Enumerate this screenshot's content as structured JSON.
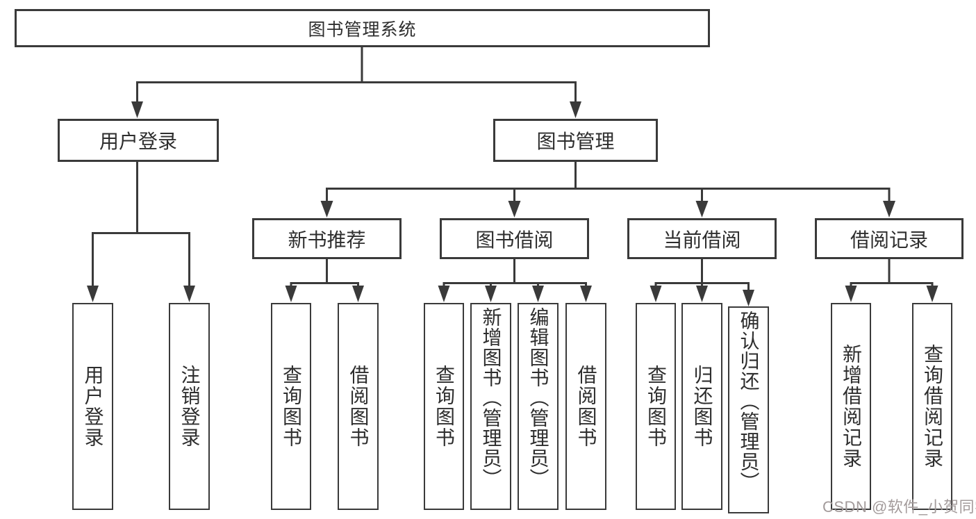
{
  "diagram": {
    "nodes": {
      "root": {
        "label": "图书管理系统"
      },
      "user_login": {
        "label": "用户登录"
      },
      "book_mgmt": {
        "label": "图书管理"
      },
      "new_book_rec": {
        "label": "新书推荐"
      },
      "book_borrow": {
        "label": "图书借阅"
      },
      "current_borrow": {
        "label": "当前借阅"
      },
      "borrow_records": {
        "label": "借阅记录"
      },
      "leaf_user_login": {
        "label": "用户登录"
      },
      "leaf_logout": {
        "label": "注销登录"
      },
      "leaf_query_book_a": {
        "label": "查询图书"
      },
      "leaf_borrow_book_a": {
        "label": "借阅图书"
      },
      "leaf_query_book_b": {
        "label": "查询图书"
      },
      "leaf_add_book_admin": {
        "label": "新增图书（管理员）"
      },
      "leaf_edit_book_admin": {
        "label": "编辑图书（管理员）"
      },
      "leaf_borrow_book_b": {
        "label": "借阅图书"
      },
      "leaf_query_book_c": {
        "label": "查询图书"
      },
      "leaf_return_book": {
        "label": "归还图书"
      },
      "leaf_confirm_return_admin": {
        "label": "确认归还（管理员）"
      },
      "leaf_add_borrow_record": {
        "label": "新增借阅记录"
      },
      "leaf_query_borrow_record": {
        "label": "查询借阅记录"
      }
    },
    "edges": [
      [
        "root",
        "user_login"
      ],
      [
        "root",
        "book_mgmt"
      ],
      [
        "user_login",
        "leaf_user_login"
      ],
      [
        "user_login",
        "leaf_logout"
      ],
      [
        "book_mgmt",
        "new_book_rec"
      ],
      [
        "book_mgmt",
        "book_borrow"
      ],
      [
        "book_mgmt",
        "current_borrow"
      ],
      [
        "book_mgmt",
        "borrow_records"
      ],
      [
        "new_book_rec",
        "leaf_query_book_a"
      ],
      [
        "new_book_rec",
        "leaf_borrow_book_a"
      ],
      [
        "book_borrow",
        "leaf_query_book_b"
      ],
      [
        "book_borrow",
        "leaf_add_book_admin"
      ],
      [
        "book_borrow",
        "leaf_edit_book_admin"
      ],
      [
        "book_borrow",
        "leaf_borrow_book_b"
      ],
      [
        "current_borrow",
        "leaf_query_book_c"
      ],
      [
        "current_borrow",
        "leaf_return_book"
      ],
      [
        "current_borrow",
        "leaf_confirm_return_admin"
      ],
      [
        "borrow_records",
        "leaf_add_borrow_record"
      ],
      [
        "borrow_records",
        "leaf_query_borrow_record"
      ]
    ],
    "watermark": "CSDN @软件_小贺同学",
    "colors": {
      "line": "#3a3a3a",
      "text": "#2e2e2e",
      "watermark": "#a39b9b",
      "background": "#ffffff"
    }
  }
}
